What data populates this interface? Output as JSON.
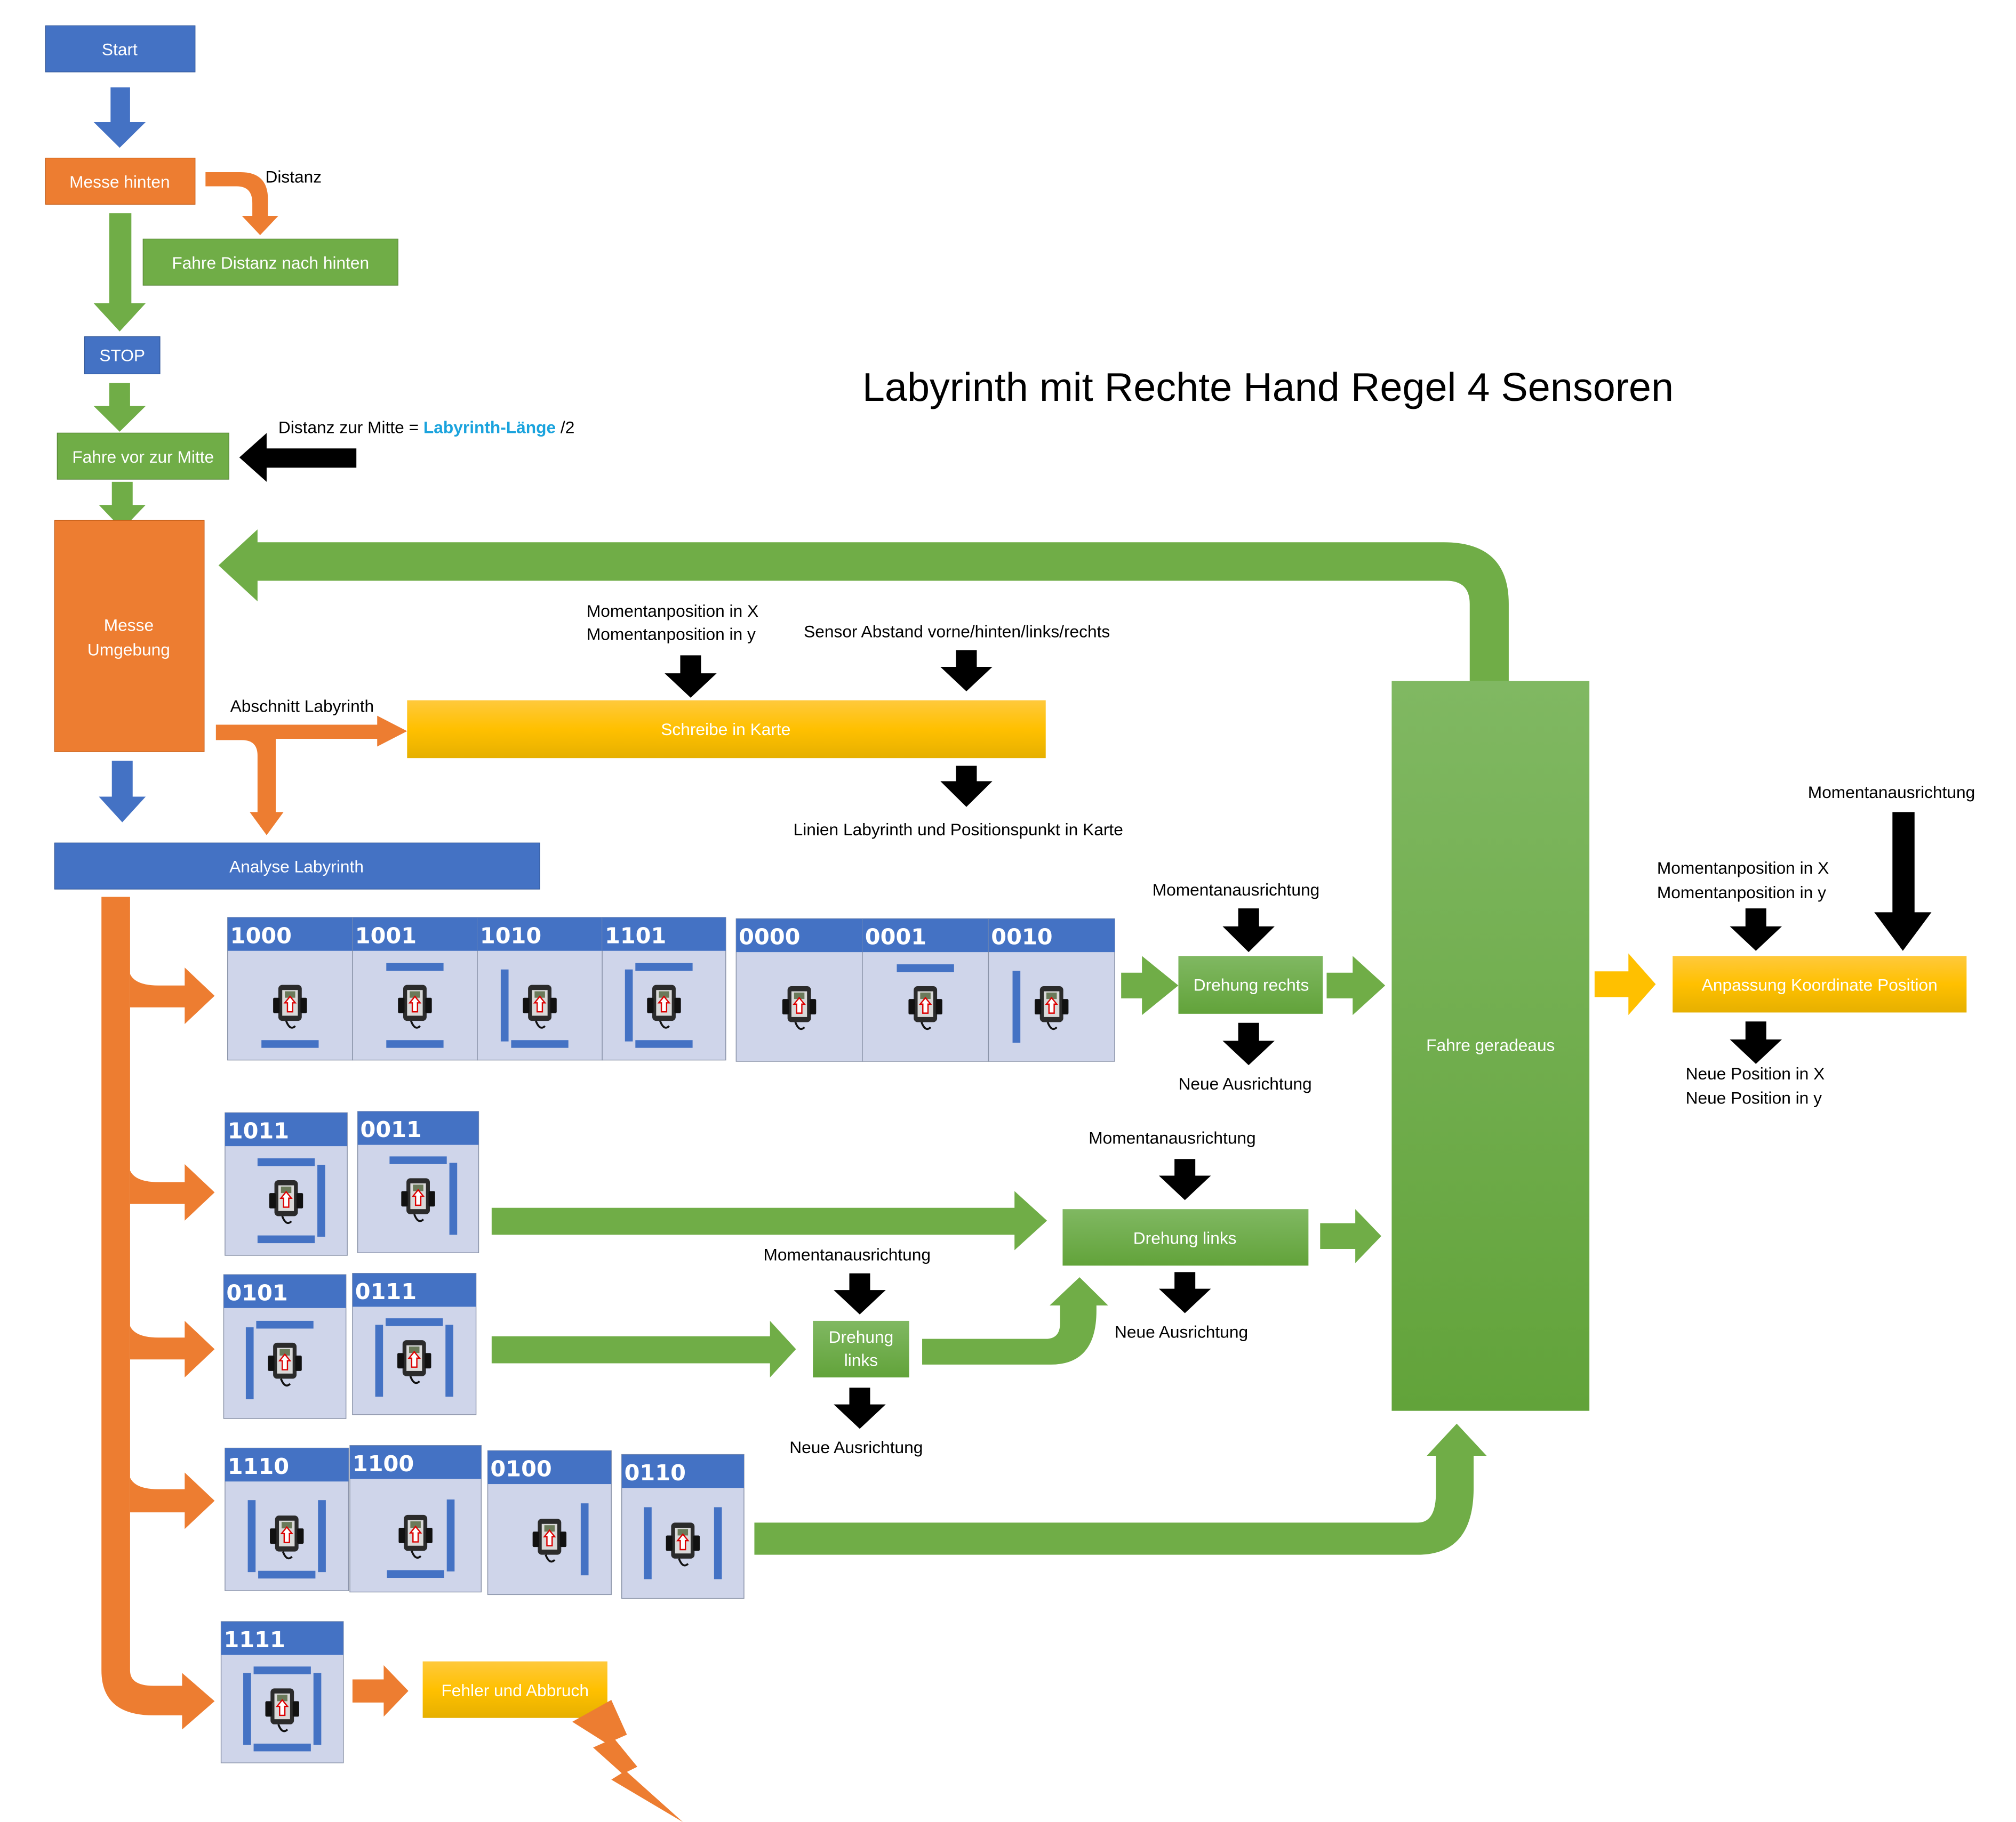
{
  "title": "Labyrinth mit Rechte Hand Regel 4 Sensoren",
  "colors": {
    "blue": "#4472c4",
    "orange": "#ed7d31",
    "green": "#70ad47",
    "yellow": "#ffc000",
    "tile_bg": "#cfd5ea",
    "wall": "#4472c4",
    "highlight": "#1aa3dd",
    "black": "#000000"
  },
  "nodes": {
    "start": "Start",
    "messe_hinten": "Messe hinten",
    "fahre_distanz": "Fahre Distanz nach hinten",
    "stop": "STOP",
    "fahre_mitte": "Fahre vor zur Mitte",
    "messe_umgebung_1": "Messe",
    "messe_umgebung_2": "Umgebung",
    "schreibe_karte": "Schreibe in Karte",
    "analyse": "Analyse Labyrinth",
    "drehung_rechts": "Drehung rechts",
    "fahre_geradeaus": "Fahre geradeaus",
    "anpassung": "Anpassung Koordinate Position",
    "drehung_links_big": "Drehung links",
    "drehung_links_small_1": "Drehung",
    "drehung_links_small_2": "links",
    "fehler": "Fehler und Abbruch"
  },
  "labels": {
    "distanz": "Distanz",
    "distanz_mitte_prefix": "Distanz zur Mitte = ",
    "distanz_mitte_highlight": "Labyrinth-Länge",
    "distanz_mitte_suffix": " /2",
    "momentanposition_x": "Momentanposition in X",
    "momentanposition_y": "Momentanposition in y",
    "sensor_abstand": "Sensor Abstand vorne/hinten/links/rechts",
    "abschnitt": "Abschnitt Labyrinth",
    "linien": "Linien Labyrinth und Positionspunkt in Karte",
    "momentanausrichtung": "Momentanausrichtung",
    "neue_ausrichtung": "Neue Ausrichtung",
    "neue_position_x": "Neue Position in X",
    "neue_position_y": "Neue Position in y"
  },
  "tiles": [
    {
      "code": "1000",
      "walls": [
        "bottom"
      ],
      "group": "rechts"
    },
    {
      "code": "1001",
      "walls": [
        "top",
        "bottom"
      ],
      "group": "rechts"
    },
    {
      "code": "1010",
      "walls": [
        "left",
        "bottom"
      ],
      "group": "rechts"
    },
    {
      "code": "1101",
      "walls": [
        "top",
        "left",
        "bottom"
      ],
      "group": "rechts"
    },
    {
      "code": "0000",
      "walls": [],
      "group": "rechts"
    },
    {
      "code": "0001",
      "walls": [
        "top"
      ],
      "group": "rechts"
    },
    {
      "code": "0010",
      "walls": [
        "left"
      ],
      "group": "rechts"
    },
    {
      "code": "1011",
      "walls": [
        "top",
        "right",
        "bottom"
      ],
      "group": "links"
    },
    {
      "code": "0011",
      "walls": [
        "top",
        "right"
      ],
      "group": "links"
    },
    {
      "code": "0101",
      "walls": [
        "top",
        "left"
      ],
      "group": "links-links"
    },
    {
      "code": "0111",
      "walls": [
        "top",
        "left",
        "right"
      ],
      "group": "links-links"
    },
    {
      "code": "1110",
      "walls": [
        "left",
        "right",
        "bottom"
      ],
      "group": "geradeaus"
    },
    {
      "code": "1100",
      "walls": [
        "right",
        "bottom"
      ],
      "group": "geradeaus"
    },
    {
      "code": "0100",
      "walls": [
        "right"
      ],
      "group": "geradeaus"
    },
    {
      "code": "0110",
      "walls": [
        "left",
        "right"
      ],
      "group": "geradeaus"
    },
    {
      "code": "1111",
      "walls": [
        "top",
        "left",
        "right",
        "bottom"
      ],
      "group": "fehler"
    }
  ]
}
